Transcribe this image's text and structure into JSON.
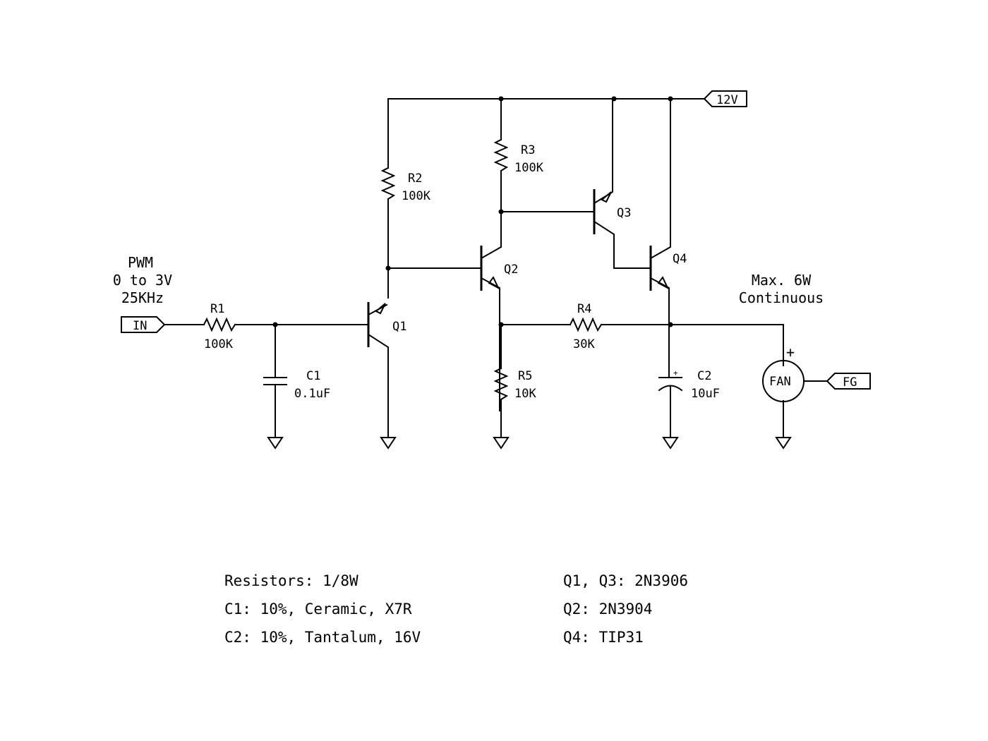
{
  "power": {
    "net_label": "12V"
  },
  "input": {
    "port_label": "IN",
    "signal_lines": [
      "PWM",
      "0 to 3V",
      "25KHz"
    ]
  },
  "feedback": {
    "port_label": "FG"
  },
  "fan": {
    "label": "FAN",
    "polarity": "+",
    "rating_lines": [
      "Max. 6W",
      "Continuous"
    ]
  },
  "components": {
    "R1": {
      "ref": "R1",
      "value": "100K"
    },
    "R2": {
      "ref": "R2",
      "value": "100K"
    },
    "R3": {
      "ref": "R3",
      "value": "100K"
    },
    "R4": {
      "ref": "R4",
      "value": "30K"
    },
    "R5": {
      "ref": "R5",
      "value": "10K"
    },
    "C1": {
      "ref": "C1",
      "value": "0.1uF"
    },
    "C2": {
      "ref": "C2",
      "value": "10uF",
      "polarity": "+"
    },
    "Q1": {
      "ref": "Q1"
    },
    "Q2": {
      "ref": "Q2"
    },
    "Q3": {
      "ref": "Q3"
    },
    "Q4": {
      "ref": "Q4"
    }
  },
  "notes": {
    "left": [
      "Resistors: 1/8W",
      "C1: 10%, Ceramic, X7R",
      "C2: 10%, Tantalum, 16V"
    ],
    "right": [
      "Q1, Q3: 2N3906",
      "Q2: 2N3904",
      "Q4: TIP31"
    ]
  }
}
